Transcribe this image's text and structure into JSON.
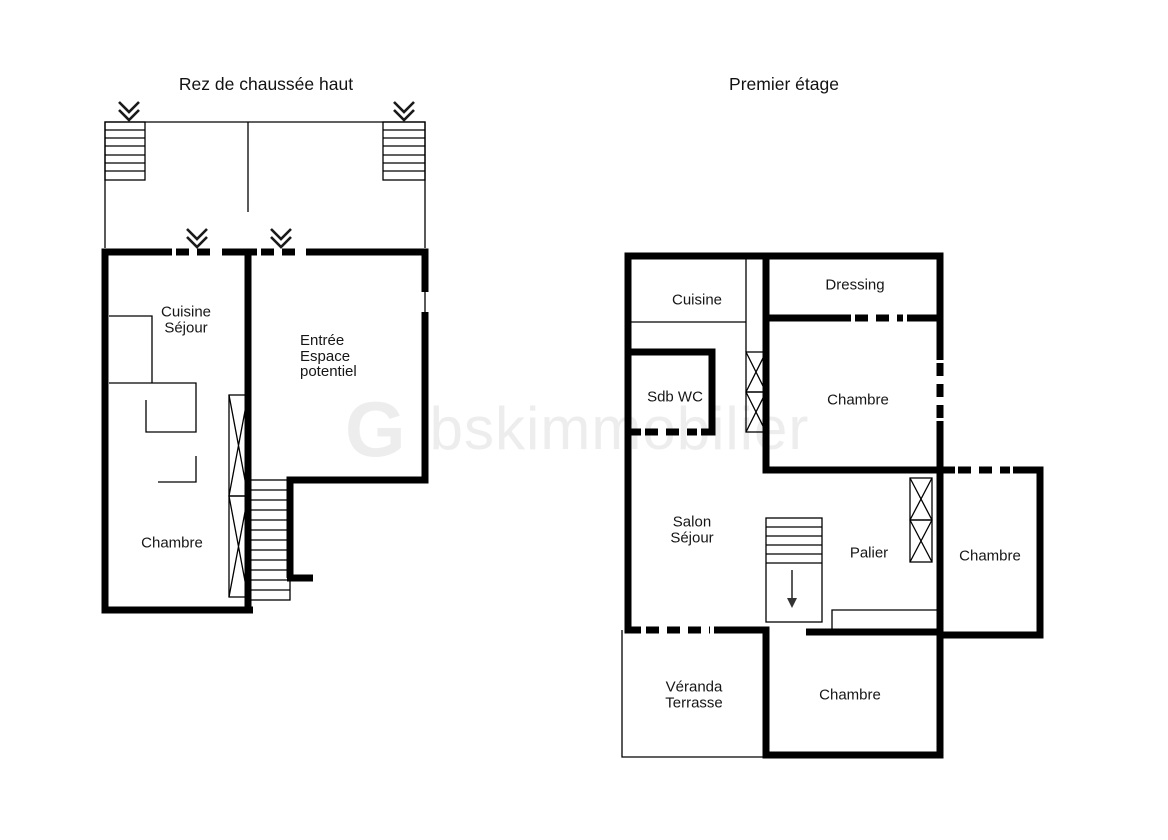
{
  "watermark": {
    "logo_letter": "G",
    "text": "bskimmobilier",
    "color": "#ededed"
  },
  "colors": {
    "wall": "#000000",
    "text": "#161616",
    "background": "#ffffff"
  },
  "plans": [
    {
      "title": "Rez de chaussée haut",
      "rooms": [
        "Cuisine\nSéjour",
        "Entrée\nEspace\npotentiel",
        "Chambre"
      ]
    },
    {
      "title": "Premier étage",
      "rooms": [
        "Cuisine",
        "Dressing",
        "Sdb WC",
        "Chambre",
        "Salon\nSéjour",
        "Palier",
        "Chambre",
        "Véranda\nTerrasse",
        "Chambre"
      ]
    }
  ]
}
